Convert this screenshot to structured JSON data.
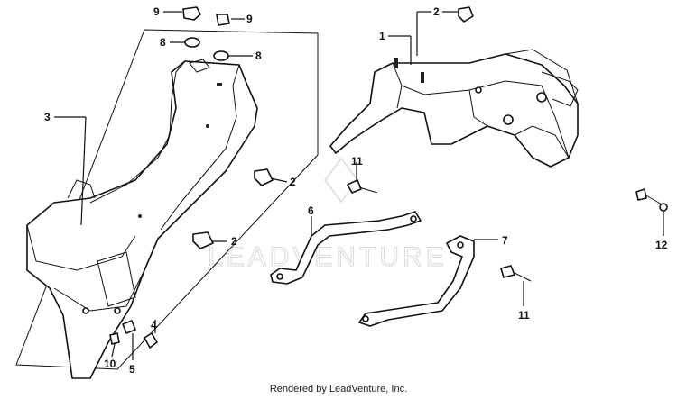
{
  "callouts": {
    "c1": "1",
    "c2a": "2",
    "c2b": "2",
    "c2c": "2",
    "c3": "3",
    "c4": "4",
    "c5": "5",
    "c6": "6",
    "c7": "7",
    "c8a": "8",
    "c8b": "8",
    "c9a": "9",
    "c9b": "9",
    "c10": "10",
    "c11a": "11",
    "c11b": "11",
    "c12": "12"
  },
  "watermark": "LEADVENTURE",
  "footer": "Rendered by LeadVenture, Inc."
}
